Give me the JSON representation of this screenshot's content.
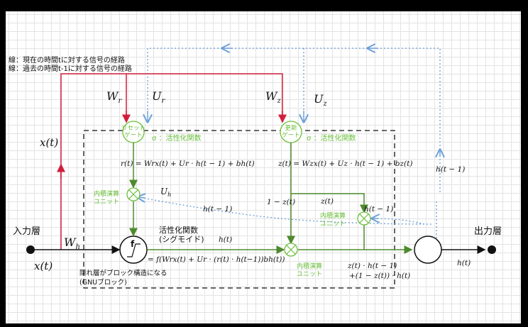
{
  "legend": {
    "current": "線：現在の時間tに対する信号の経路",
    "past": "線：過去の時間t-1に対する信号の経路"
  },
  "colors": {
    "red_path": "#d11f3c",
    "blue_path": "#6a9fd8",
    "green_path": "#4e8a2d",
    "green_text": "#6abf3a",
    "black": "#111111"
  },
  "labels": {
    "input_layer": "入力層",
    "output_layer": "出力層",
    "x_t_left": "x(t)",
    "x_t_up": "x(t)",
    "W_r": "W",
    "W_r_sub": "r",
    "U_r": "U",
    "U_r_sub": "r",
    "W_z": "W",
    "W_z_sub": "z",
    "U_z": "U",
    "U_z_sub": "z",
    "W_h": "W",
    "W_h_sub": "h",
    "U_h": "U",
    "U_h_sub": "h",
    "reset_gate": "リセット\nゲート",
    "update_gate": "更新\nゲート",
    "sigma_reset": "σ ：活性化関数",
    "sigma_update": "σ ：活性化関数",
    "r_eq": "r(t) = Wrx(t) + Ur · h(t − 1) + bh(t)",
    "z_eq": "z(t) = Wzx(t) + Uz · h(t − 1) + bz(t)",
    "inner_unit_1": "内積演算\nユニット",
    "inner_unit_2": "内積演算\nユニット",
    "inner_unit_3": "内積演算\nユニット",
    "h_t_minus1_a": "h(t − 1)",
    "h_t_minus1_b": "h(t − 1)",
    "h_t_minus1_c": "h(t − 1)",
    "one_minus_z": "1 − z(t)",
    "z_t": "z(t)",
    "activation_func": "活性化関数\n(シグモイド)",
    "f_label": "f",
    "h_t_a": "h(t)",
    "h_t_b": "h(t)",
    "h_eq": "= f(Wrx(t) + Ur · (r(t) · h(t−1))bh(t))",
    "out_eq_1": "z(t) · h(t − 1)",
    "out_eq_2": "+(1 − z(t)) · h(t)",
    "hidden_note": "隠れ層がブロック構造になる\n(GNUブロック)"
  }
}
